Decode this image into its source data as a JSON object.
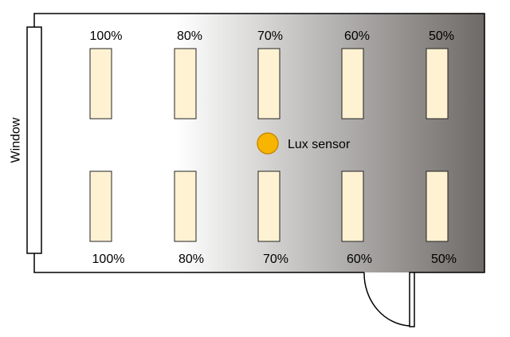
{
  "diagram": {
    "window_label": "Window",
    "sensor_label": "Lux sensor",
    "top_row_levels": [
      "100%",
      "80%",
      "70%",
      "60%",
      "50%"
    ],
    "bottom_row_levels": [
      "100%",
      "80%",
      "70%",
      "60%",
      "50%"
    ]
  },
  "colors": {
    "fixture_fill": "#fff2d2",
    "fixture_stroke": "#222222",
    "sensor_fill": "#f7b500",
    "sensor_stroke": "#c98a00",
    "gradient_light": "#ffffff",
    "gradient_dark": "#6e6a67",
    "wall_stroke": "#000000"
  }
}
